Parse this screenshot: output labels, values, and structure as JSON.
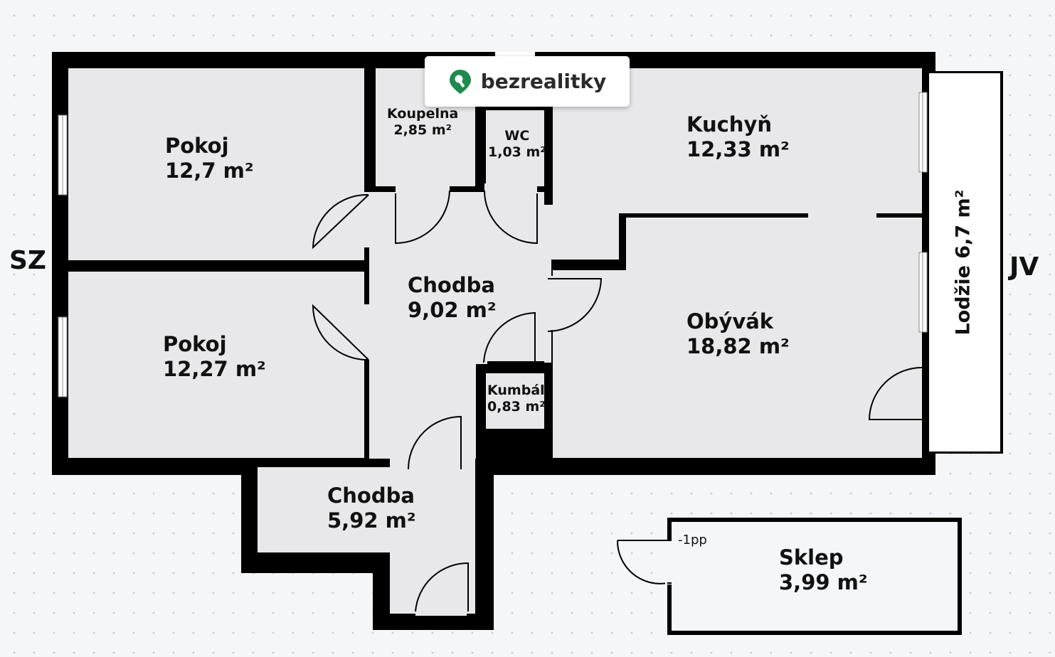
{
  "brand": {
    "name": "bezrealitky",
    "accent": "#1e8a4e"
  },
  "orientation": {
    "west": "SZ",
    "east": "JV"
  },
  "rooms": [
    {
      "id": "pokoj1",
      "name": "Pokoj",
      "area": "12,7 m²"
    },
    {
      "id": "pokoj2",
      "name": "Pokoj",
      "area": "12,27 m²"
    },
    {
      "id": "koupelna",
      "name": "Koupelna",
      "area": "2,85 m²"
    },
    {
      "id": "wc",
      "name": "WC",
      "area": "1,03 m²"
    },
    {
      "id": "kuchyn",
      "name": "Kuchyň",
      "area": "12,33 m²"
    },
    {
      "id": "chodba1",
      "name": "Chodba",
      "area": "9,02 m²"
    },
    {
      "id": "obyvak",
      "name": "Obývák",
      "area": "18,82 m²"
    },
    {
      "id": "kumbal",
      "name": "Kumbál",
      "area": "0,83 m²"
    },
    {
      "id": "chodba2",
      "name": "Chodba",
      "area": "5,92 m²"
    },
    {
      "id": "sklep",
      "name": "Sklep",
      "area": "3,99 m²"
    }
  ],
  "lodzie": "Lodžie 6,7 m²",
  "cellar_level": "-1pp",
  "colors": {
    "wall": "#000000",
    "floor": "#e8e8ea",
    "lodzie_floor": "#ffffff"
  }
}
